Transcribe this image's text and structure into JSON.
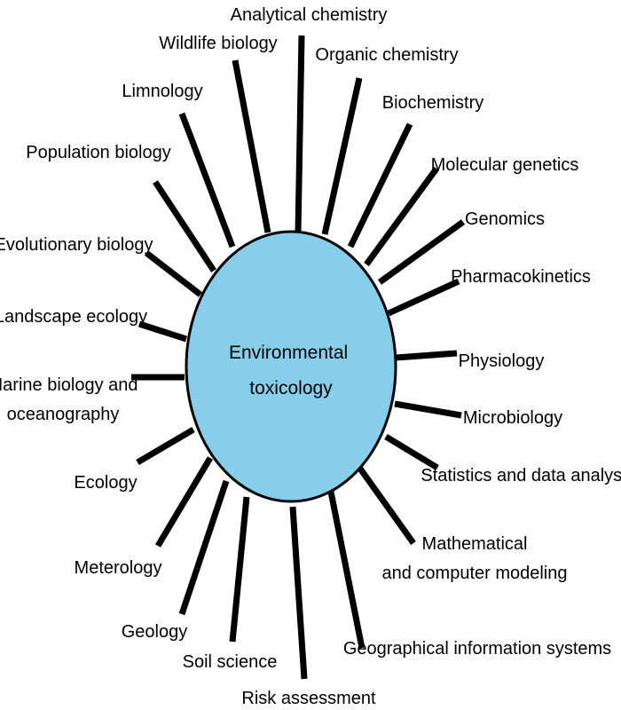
{
  "diagram": {
    "center": {
      "lines": [
        "Environmental",
        "toxicology"
      ],
      "fill": "#87CEEB",
      "stroke": "#000000"
    },
    "disciplines": [
      {
        "lines": [
          "Analytical chemistry"
        ]
      },
      {
        "lines": [
          "Organic chemistry"
        ]
      },
      {
        "lines": [
          "Biochemistry"
        ]
      },
      {
        "lines": [
          "Molecular genetics"
        ]
      },
      {
        "lines": [
          "Genomics"
        ]
      },
      {
        "lines": [
          "Pharmacokinetics"
        ]
      },
      {
        "lines": [
          "Physiology"
        ]
      },
      {
        "lines": [
          "Microbiology"
        ]
      },
      {
        "lines": [
          "Statistics and data analysis"
        ]
      },
      {
        "lines": [
          "Mathematical",
          "and computer modeling"
        ]
      },
      {
        "lines": [
          "Geographical information systems"
        ]
      },
      {
        "lines": [
          "Risk assessment"
        ]
      },
      {
        "lines": [
          "Soil science"
        ]
      },
      {
        "lines": [
          "Geology"
        ]
      },
      {
        "lines": [
          "Meterology"
        ]
      },
      {
        "lines": [
          "Ecology"
        ]
      },
      {
        "lines": [
          "Marine biology and",
          "oceanography"
        ]
      },
      {
        "lines": [
          "Landscape ecology"
        ]
      },
      {
        "lines": [
          "Evolutionary biology"
        ]
      },
      {
        "lines": [
          "Population biology"
        ]
      },
      {
        "lines": [
          "Limnology"
        ]
      },
      {
        "lines": [
          "Wildlife biology"
        ]
      }
    ]
  }
}
